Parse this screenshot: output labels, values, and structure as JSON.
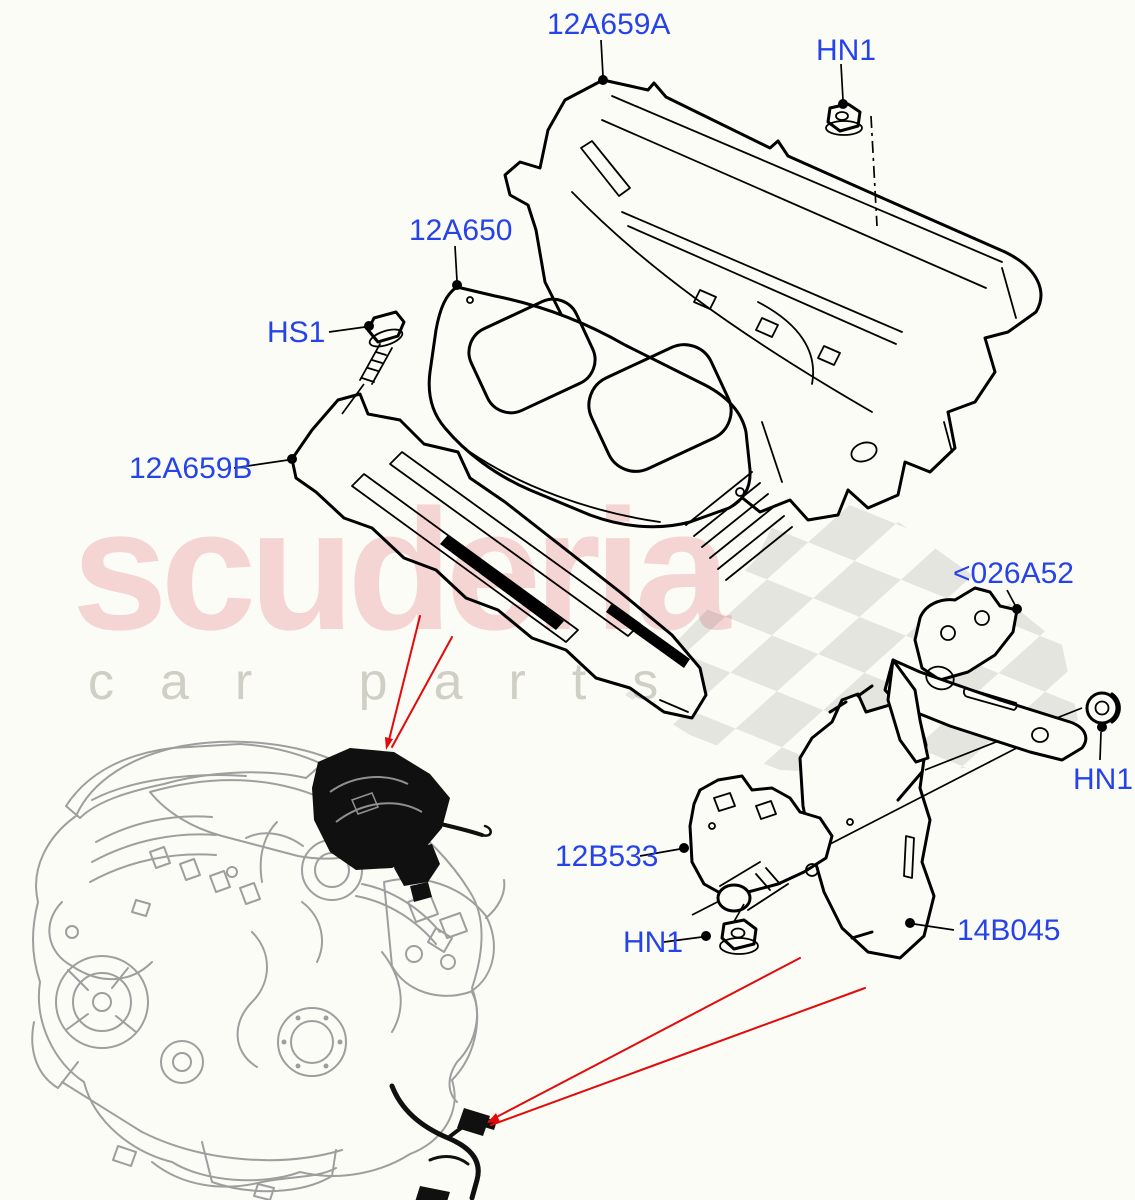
{
  "watermark": {
    "brand": "scuderia",
    "tagline": "car parts"
  },
  "callouts": [
    {
      "text": "12A659A"
    },
    {
      "text": "HN1"
    },
    {
      "text": "12A650"
    },
    {
      "text": "HS1"
    },
    {
      "text": "12A659B"
    },
    {
      "text": "<026A52"
    },
    {
      "text": "12B533"
    },
    {
      "text": "HN1"
    },
    {
      "text": "14B045"
    },
    {
      "text": "HN1"
    }
  ],
  "colors": {
    "label_blue": "#2543e8",
    "arrow_red": "#e20a0a",
    "watermark_pink": "#f8d8dc",
    "watermark_gray": "#d2d2ce",
    "checker_gray": "#e5e5e0",
    "line_black": "#000000",
    "engine_gray": "#9e9e9e",
    "background": "#fcfcf6"
  }
}
